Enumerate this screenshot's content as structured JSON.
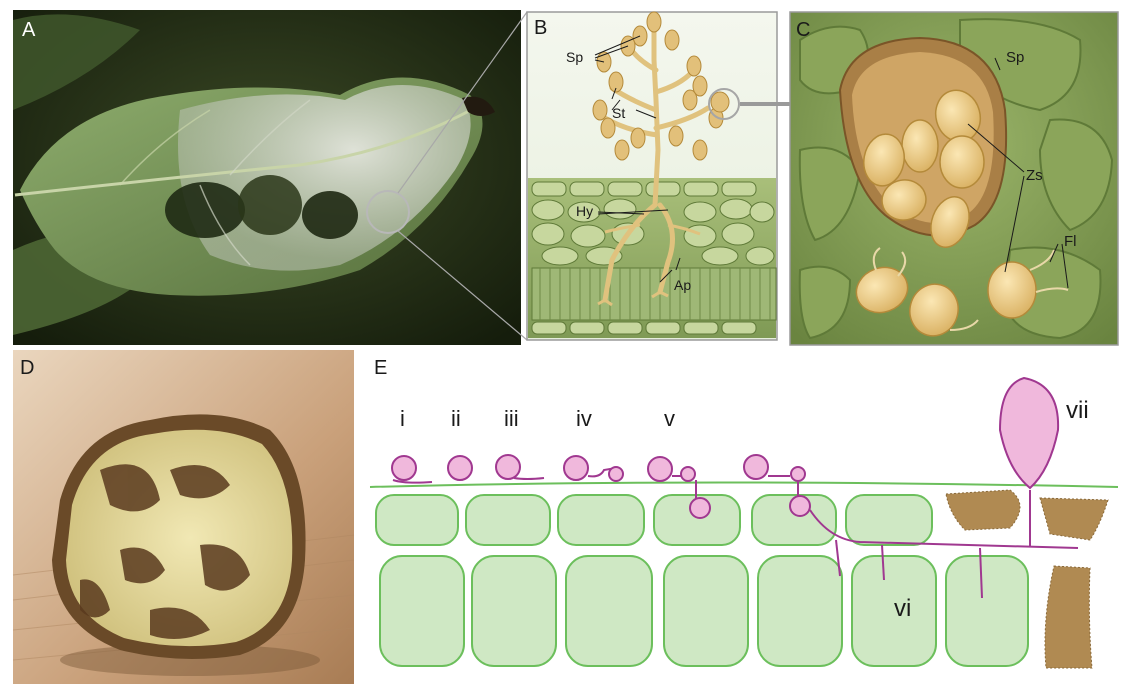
{
  "panels": {
    "a": {
      "letter": "A"
    },
    "b": {
      "letter": "B",
      "labels": {
        "sp": "Sp",
        "st": "St",
        "hy": "Hy",
        "ap": "Ap"
      }
    },
    "c": {
      "letter": "C",
      "labels": {
        "sp": "Sp",
        "zs": "Zs",
        "fl": "Fl"
      }
    },
    "d": {
      "letter": "D"
    },
    "e": {
      "letter": "E",
      "stages": [
        "i",
        "ii",
        "iii",
        "iv",
        "v",
        "vi",
        "vii"
      ]
    }
  },
  "colors": {
    "leaf_dark": "#1f2a14",
    "leaf_green": "#6f8f52",
    "lesion_white": "#d6d9d0",
    "sporangium_tan": "#e2c07a",
    "sporangium_outline": "#b48a3a",
    "tissue_green": "#b7c98a",
    "cell_fill": "#cfe8c4",
    "cell_outline": "#6cbf5c",
    "pathogen_fill": "#f0b8dc",
    "pathogen_outline": "#a03890",
    "necrotic_brown": "#b08a52",
    "tuber_flesh": "#e8dca0",
    "tuber_rot": "#5a3a1e",
    "wood": "#c9a886",
    "connector_gray": "#9a9a9a"
  }
}
